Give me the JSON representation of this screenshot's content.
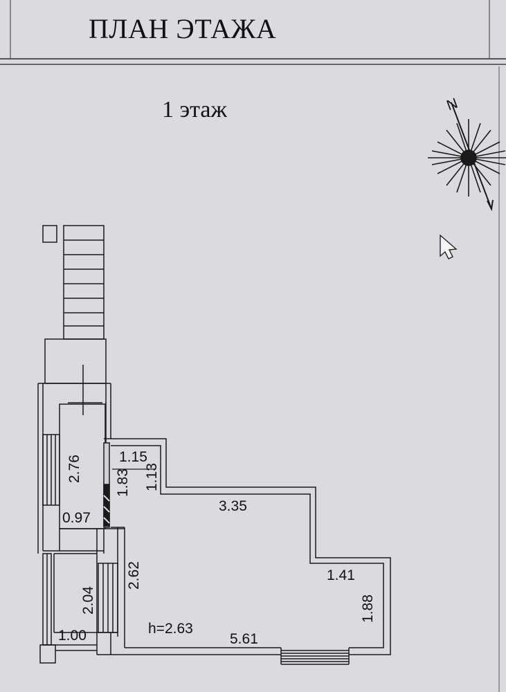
{
  "header": {
    "title": "ПЛАН ЭТАЖА"
  },
  "floor": {
    "label": "1 этаж"
  },
  "compass": {
    "icon": "compass-rose-icon",
    "north_letter": "N"
  },
  "cursor": {
    "icon": "mouse-pointer-icon"
  },
  "dimensions": {
    "d1": "2.76",
    "d2": "1.15",
    "d3": "1.83",
    "d4": "1.13",
    "d5": "3.35",
    "d6": "0.97",
    "d7": "2.62",
    "d8": "2.04",
    "d9": "1.41",
    "d10": "1.88",
    "d11": "1.00",
    "d12": "h=2.63",
    "d13": "5.61"
  },
  "colors": {
    "background": "#dadbe0",
    "line": "#1a1a1a"
  }
}
